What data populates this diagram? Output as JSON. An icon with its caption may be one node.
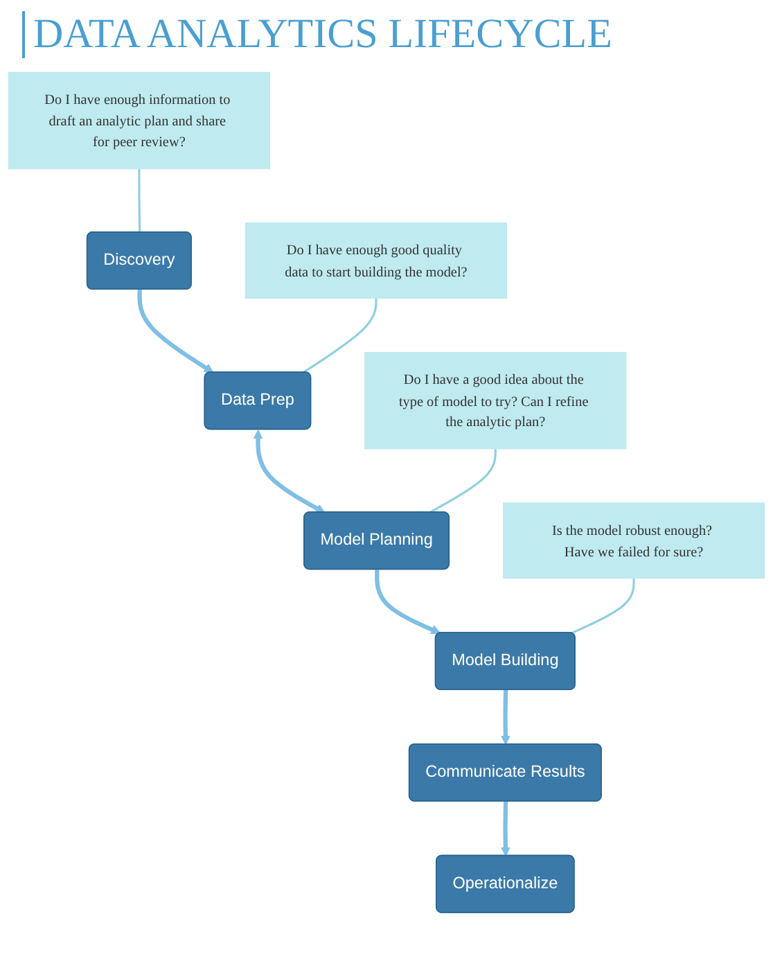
{
  "diagram": {
    "title": "DATA ANALYTICS LIFECYCLE",
    "nodes": [
      {
        "text": [
          "Discovery"
        ]
      },
      {
        "text": [
          "Data Prep"
        ]
      },
      {
        "text": [
          "Model Planning"
        ]
      },
      {
        "text": [
          "Model Building"
        ]
      },
      {
        "text": [
          "Communicate Results"
        ]
      },
      {
        "text": [
          "Operationalize"
        ]
      },
      {
        "text": [
          "Do I have enough information to draft an analytic plan and share for peer review?"
        ]
      },
      {
        "text": [
          "Do I have enough good quality data to start building the model?"
        ]
      },
      {
        "text": [
          "Do I have a good idea about the type of model to try? Can I refine the analytic plan?"
        ]
      },
      {
        "text": [
          "Is the model robust enough? Have we failed for sure?"
        ]
      }
    ],
    "edges": [
      {
        "from": 0,
        "to": 1,
        "arrow": "to"
      },
      {
        "from": 1,
        "to": 2,
        "arrow": "both"
      },
      {
        "from": 2,
        "to": 3,
        "arrow": "to"
      },
      {
        "from": 3,
        "to": 4,
        "arrow": "to"
      },
      {
        "from": 4,
        "to": 5,
        "arrow": "to"
      },
      {
        "from": 6,
        "to": 0,
        "arrow": "none"
      },
      {
        "from": 7,
        "to": 1,
        "arrow": "none"
      },
      {
        "from": 8,
        "to": 2,
        "arrow": "none"
      },
      {
        "from": 9,
        "to": 3,
        "arrow": "none"
      }
    ]
  }
}
